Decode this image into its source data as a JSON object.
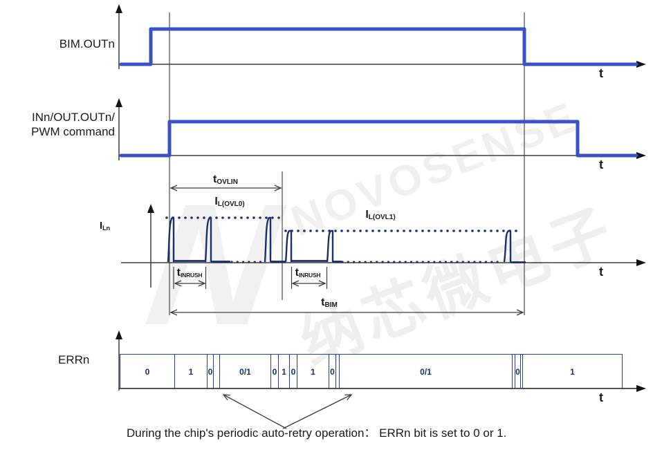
{
  "watermark": {
    "brand": "NOVOSENSE",
    "cjk": "纳芯微电子",
    "monogram": "N"
  },
  "colors": {
    "signal_blue": "#3a52c4",
    "current_navy": "#1a2f6b",
    "axis": "#3c3c3c",
    "cell_line": "#27418f",
    "digit_navy": "#13306b"
  },
  "rows": {
    "bim": {
      "label": "BIM.OUTn",
      "t": "t"
    },
    "in": {
      "label_line1": "INn/OUT.OUTn/",
      "label_line2": "PWM command",
      "t": "t"
    },
    "il": {
      "axis_main": "I",
      "axis_sub": "Ln",
      "t": "t",
      "ovl0": {
        "main": "I",
        "sub": "L(OVL0)"
      },
      "ovl1": {
        "main": "I",
        "sub": "L(OVL1)"
      },
      "t_ovlin": {
        "main": "t",
        "sub": "OVLIN"
      },
      "t_inrush": {
        "main": "t",
        "sub": "INRUSH"
      },
      "t_bim": {
        "main": "t",
        "sub": "BIM"
      }
    },
    "errn": {
      "label": "ERRn",
      "t": "t",
      "cells": [
        "0",
        "1",
        "0",
        "0/1",
        "0",
        "1",
        "0",
        "1",
        "0",
        "0/1",
        "0",
        "1"
      ]
    }
  },
  "caption": "During the chip's periodic auto-retry operation：  ERRn bit is set to 0 or 1."
}
